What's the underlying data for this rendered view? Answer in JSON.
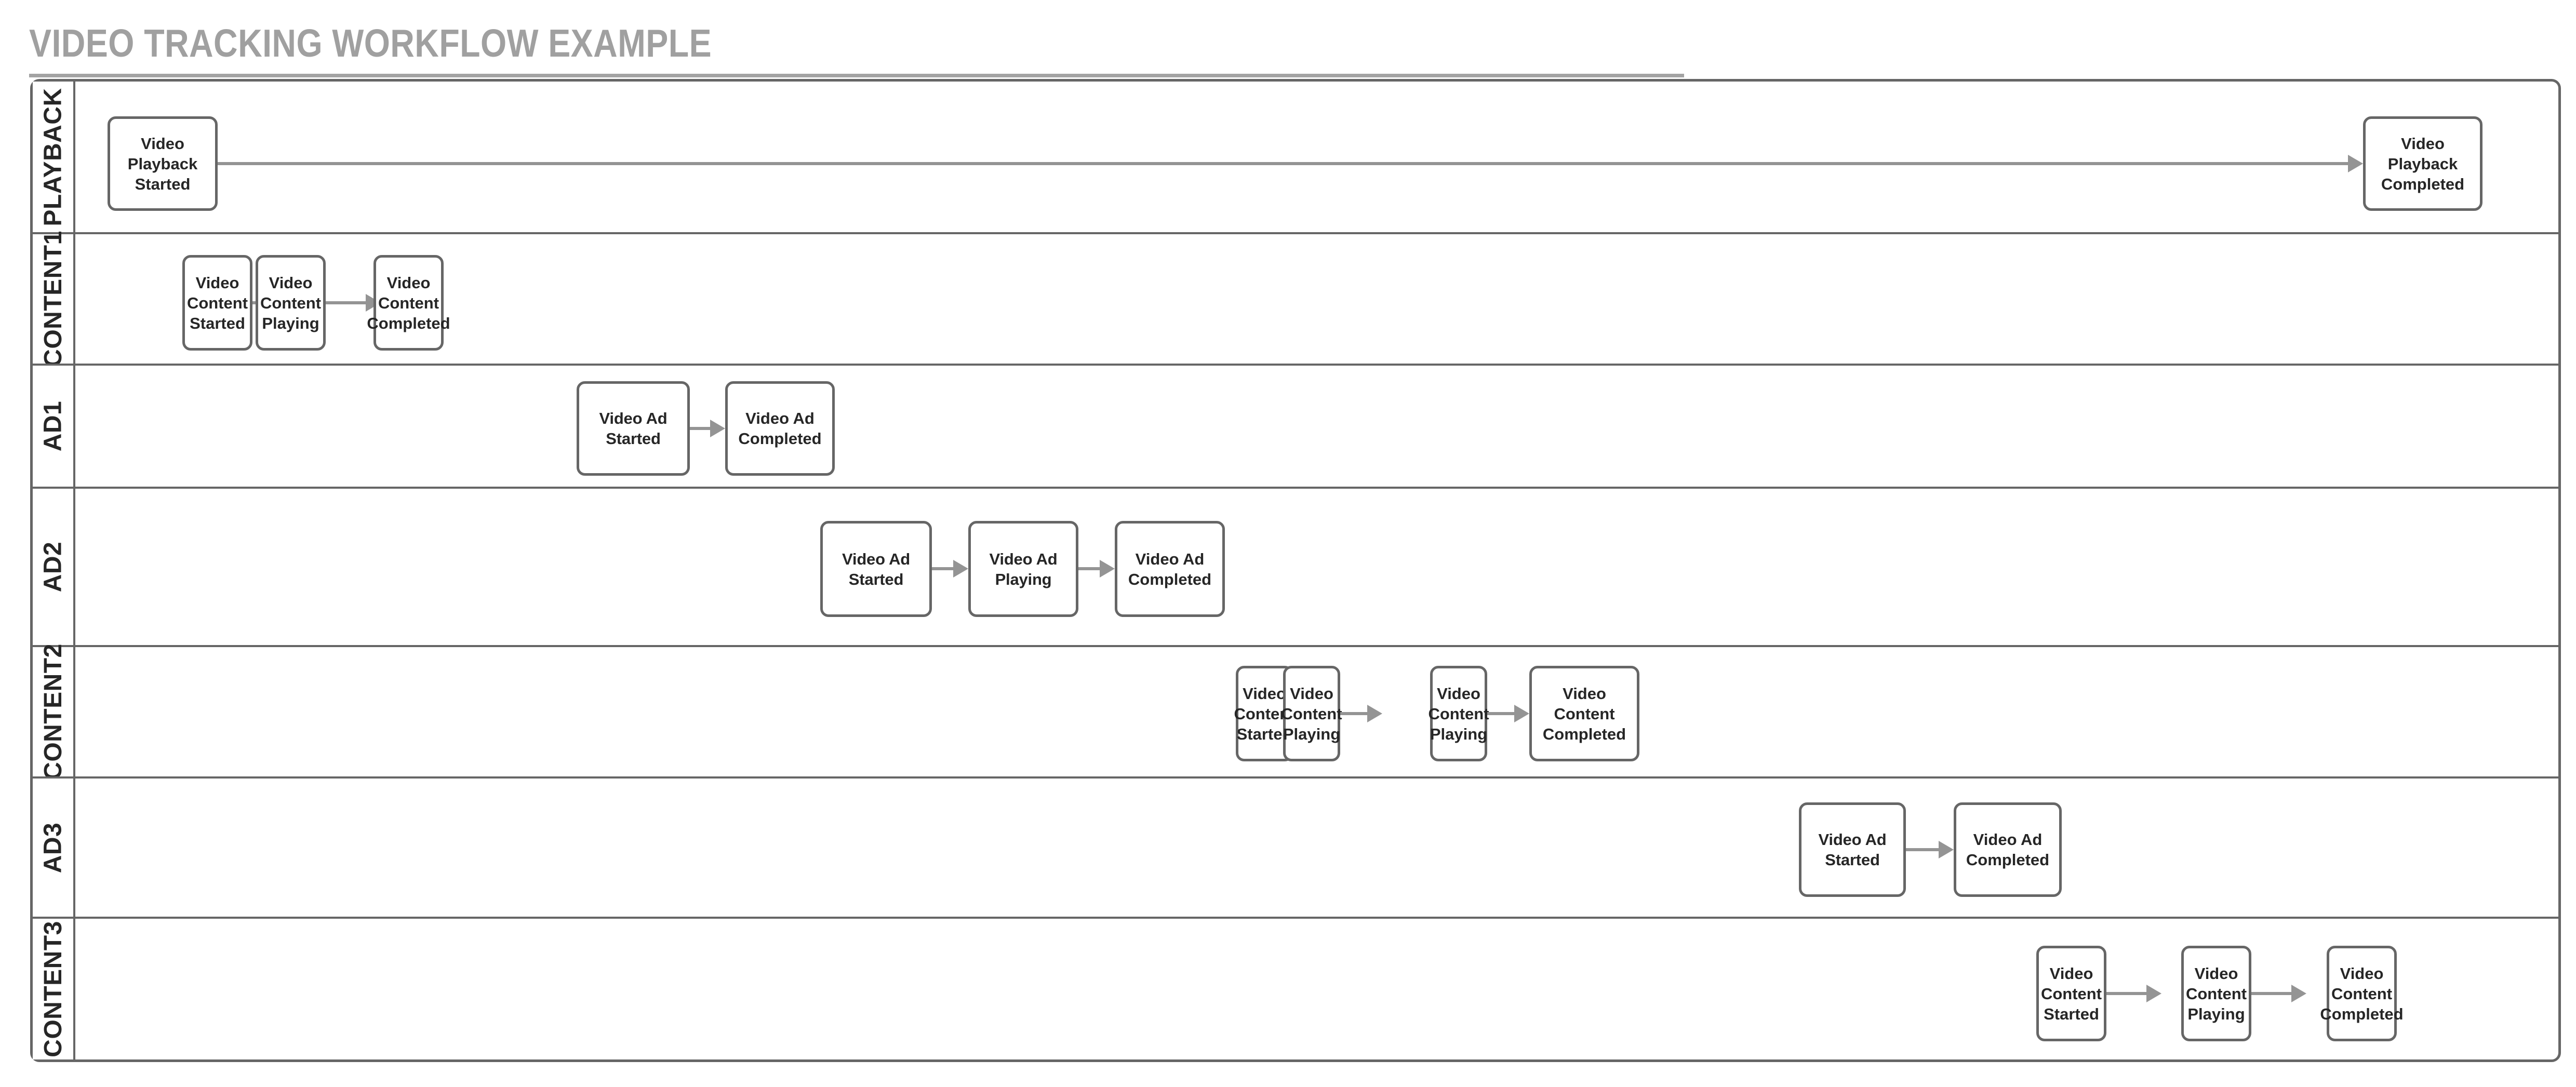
{
  "title": "VIDEO TRACKING WORKFLOW EXAMPLE",
  "colors": {
    "title_gray": "#a0a0a0",
    "rule_gray": "#a3a3a3",
    "lane_border": "#666666",
    "node_border": "#666666",
    "node_fill": "#ffffff",
    "node_text": "#262626",
    "connector": "#949494",
    "page_background": "#ffffff"
  },
  "diagram": {
    "type": "swimlane-flowchart",
    "lane_count": 7,
    "lanes": [
      {
        "id": "playback",
        "label": "PLAYBACK",
        "nodes": [
          {
            "id": "playback-started",
            "label": "Video Playback\nStarted"
          },
          {
            "id": "playback-completed",
            "label": "Video Playback\nCompleted"
          }
        ],
        "edges": [
          {
            "from": "playback-started",
            "to": "playback-completed"
          }
        ]
      },
      {
        "id": "content1",
        "label": "CONTENT1",
        "nodes": [
          {
            "id": "c1-started",
            "label": "Video Content\nStarted"
          },
          {
            "id": "c1-playing",
            "label": "Video Content\nPlaying"
          },
          {
            "id": "c1-completed",
            "label": "Video Content\nCompleted"
          }
        ],
        "edges": [
          {
            "from": "c1-started",
            "to": "c1-playing"
          },
          {
            "from": "c1-playing",
            "to": "c1-completed"
          }
        ]
      },
      {
        "id": "ad1",
        "label": "AD1",
        "nodes": [
          {
            "id": "a1-started",
            "label": "Video Ad Started"
          },
          {
            "id": "a1-completed",
            "label": "Video Ad\nCompleted"
          }
        ],
        "edges": [
          {
            "from": "a1-started",
            "to": "a1-completed"
          }
        ]
      },
      {
        "id": "ad2",
        "label": "AD2",
        "nodes": [
          {
            "id": "a2-started",
            "label": "Video Ad Started"
          },
          {
            "id": "a2-playing",
            "label": "Video Ad Playing"
          },
          {
            "id": "a2-completed",
            "label": "Video Ad\nCompleted"
          }
        ],
        "edges": [
          {
            "from": "a2-started",
            "to": "a2-playing"
          },
          {
            "from": "a2-playing",
            "to": "a2-completed"
          }
        ]
      },
      {
        "id": "content2",
        "label": "CONTENT2",
        "nodes": [
          {
            "id": "c2-started",
            "label": "Video Content\nStarted"
          },
          {
            "id": "c2-playing-1",
            "label": "Video Content\nPlaying"
          },
          {
            "id": "c2-playing-2",
            "label": "Video Content\nPlaying"
          },
          {
            "id": "c2-completed",
            "label": "Video Content\nCompleted"
          }
        ],
        "edges": [
          {
            "from": "c2-started",
            "to": "c2-playing-1"
          },
          {
            "from": "c2-playing-1",
            "to": "c2-playing-2"
          },
          {
            "from": "c2-playing-2",
            "to": "c2-completed"
          }
        ]
      },
      {
        "id": "ad3",
        "label": "AD3",
        "nodes": [
          {
            "id": "a3-started",
            "label": "Video Ad Started"
          },
          {
            "id": "a3-completed",
            "label": "Video Ad\nCompleted"
          }
        ],
        "edges": [
          {
            "from": "a3-started",
            "to": "a3-completed"
          }
        ]
      },
      {
        "id": "content3",
        "label": "CONTENT3",
        "nodes": [
          {
            "id": "c3-started",
            "label": "Video Content\nStarted"
          },
          {
            "id": "c3-playing",
            "label": "Video Content\nPlaying"
          },
          {
            "id": "c3-completed",
            "label": "Video Content\nCompleted"
          }
        ],
        "edges": [
          {
            "from": "c3-started",
            "to": "c3-playing"
          },
          {
            "from": "c3-playing",
            "to": "c3-completed"
          }
        ]
      }
    ]
  }
}
